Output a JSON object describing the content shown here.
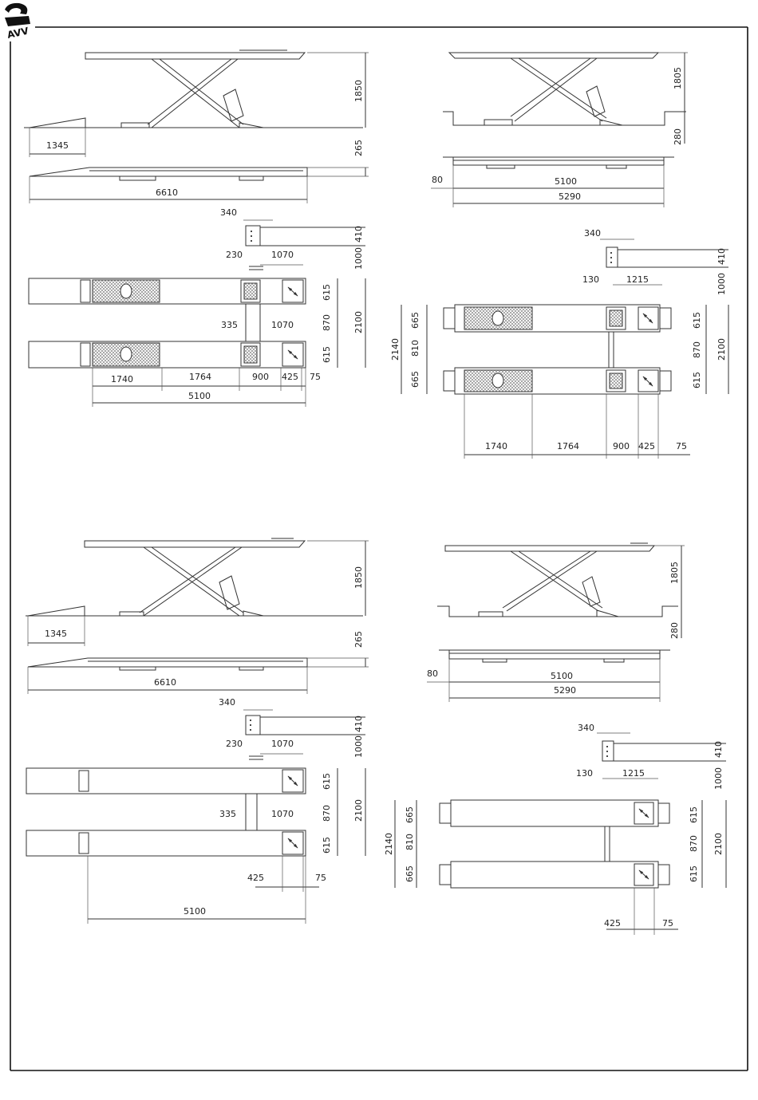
{
  "logo": {
    "text": "AVV"
  },
  "colors": {
    "line": "#333333",
    "frame": "#111111",
    "mesh": "#777777"
  },
  "diagrams": [
    {
      "id": "tl",
      "side_dims": {
        "height": "1850",
        "ramp": "1345",
        "low": "265",
        "total_length": "6610"
      },
      "plan_dims": {
        "beam": "340",
        "d410": "410",
        "d1000": "1000",
        "d230": "230",
        "d1070a": "1070",
        "d615a": "615",
        "d335": "335",
        "d1070b": "1070",
        "d870": "870",
        "d2100": "2100",
        "d615b": "615",
        "d1740": "1740",
        "d1764": "1764",
        "d900": "900",
        "d425": "425",
        "d75": "75",
        "d5100": "5100"
      }
    },
    {
      "id": "tr",
      "side_dims": {
        "height": "1805",
        "pit": "280",
        "d80": "80",
        "d5100": "5100",
        "d5290": "5290"
      },
      "plan_dims": {
        "beam": "340",
        "d410": "410",
        "d1000": "1000",
        "d130": "130",
        "d1215": "1215",
        "d2140": "2140",
        "d665a": "665",
        "d810": "810",
        "d665b": "665",
        "d615a": "615",
        "d870": "870",
        "d2100": "2100",
        "d615b": "615",
        "d1740": "1740",
        "d1764": "1764",
        "d900": "900",
        "d425": "425",
        "d75": "75"
      }
    },
    {
      "id": "bl",
      "side_dims": {
        "height": "1850",
        "ramp": "1345",
        "low": "265",
        "total_length": "6610"
      },
      "plan_dims": {
        "beam": "340",
        "d410": "410",
        "d1000": "1000",
        "d230": "230",
        "d1070a": "1070",
        "d615a": "615",
        "d335": "335",
        "d1070b": "1070",
        "d870": "870",
        "d2100": "2100",
        "d615b": "615",
        "d425": "425",
        "d75": "75",
        "d5100": "5100"
      }
    },
    {
      "id": "br",
      "side_dims": {
        "height": "1805",
        "pit": "280",
        "d80": "80",
        "d5100": "5100",
        "d5290": "5290"
      },
      "plan_dims": {
        "beam": "340",
        "d410": "410",
        "d1000": "1000",
        "d130": "130",
        "d1215": "1215",
        "d2140": "2140",
        "d665a": "665",
        "d810": "810",
        "d665b": "665",
        "d615a": "615",
        "d870": "870",
        "d2100": "2100",
        "d615b": "615",
        "d425": "425",
        "d75": "75"
      }
    }
  ]
}
